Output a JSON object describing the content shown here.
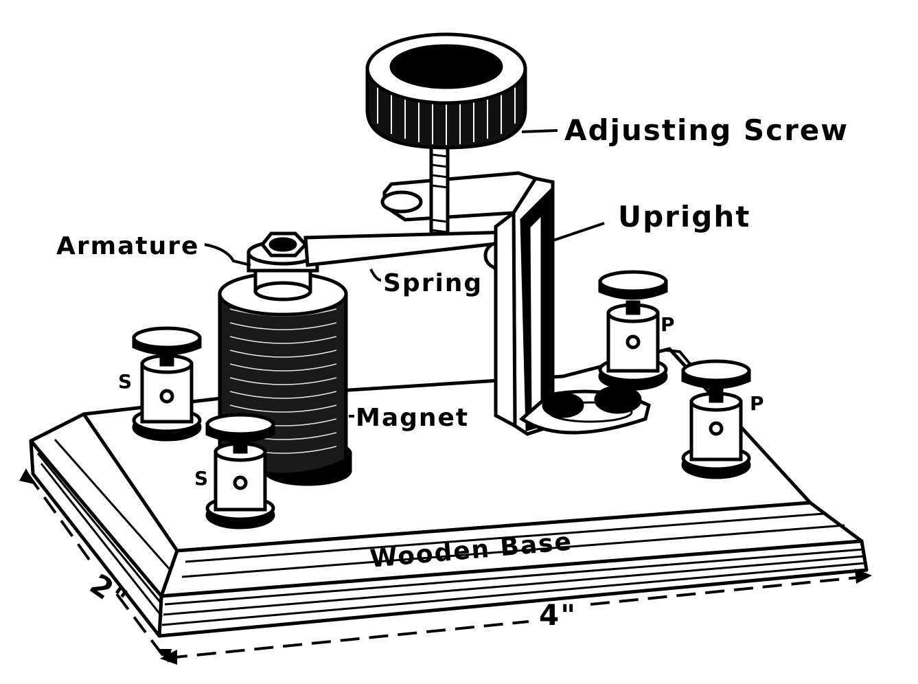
{
  "labels": {
    "adjusting_screw": "Adjusting Screw",
    "upright": "Upright",
    "armature": "Armature",
    "spring": "Spring",
    "magnet": "Magnet",
    "wooden_base": "Wooden Base",
    "terminal_s": "S",
    "terminal_p": "P",
    "width_dim": "4\"",
    "depth_dim": "2\""
  },
  "colors": {
    "ink": "#000000",
    "paper": "#ffffff"
  }
}
